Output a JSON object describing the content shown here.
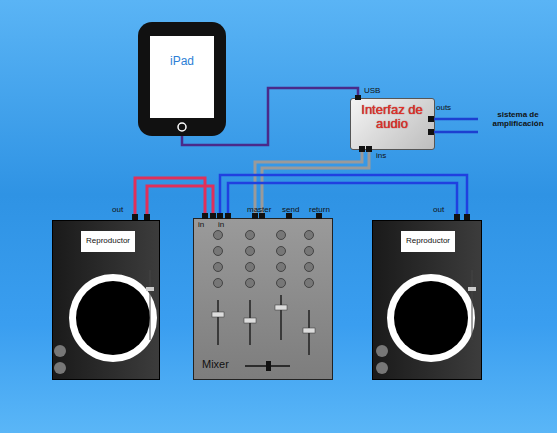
{
  "diagram": {
    "nodes": [
      {
        "text": [
          "iPad"
        ]
      },
      {
        "text": [
          "Interfaz de audio"
        ]
      },
      {
        "text": [
          "Reproductor"
        ]
      },
      {
        "text": [
          "Mixer"
        ]
      },
      {
        "text": [
          "Reproductor"
        ]
      }
    ],
    "edges": [
      {
        "from": 0,
        "to": 1,
        "arrow": "none"
      },
      {
        "from": 1,
        "to": 3,
        "arrow": "none"
      },
      {
        "from": 2,
        "to": 3,
        "arrow": "none"
      },
      {
        "from": 4,
        "to": 3,
        "arrow": "none"
      }
    ],
    "labels": [
      "USB",
      "outs",
      "ins",
      "sistema de amplificación",
      "out",
      "in",
      "in",
      "master",
      "send",
      "return",
      "out"
    ]
  }
}
